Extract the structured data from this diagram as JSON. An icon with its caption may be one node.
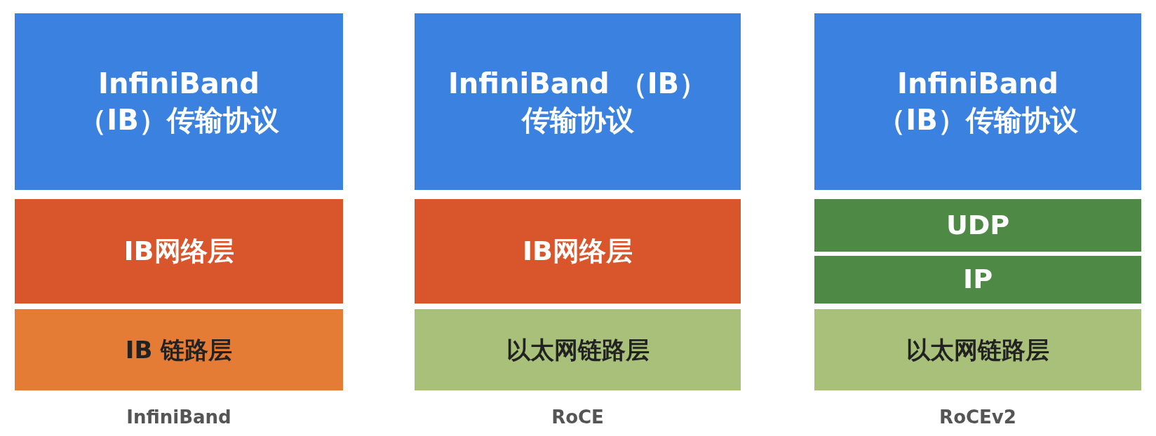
{
  "diagram": {
    "nodes": [
      {
        "text": [
          "InfiniBand（IB）传输协议"
        ]
      },
      {
        "text": [
          "IB网络层"
        ]
      },
      {
        "text": [
          "IB 链路层"
        ]
      },
      {
        "text": [
          "InfiniBand （IB）传输协议"
        ]
      },
      {
        "text": [
          "IB网络层"
        ]
      },
      {
        "text": [
          "以太网链路层"
        ]
      },
      {
        "text": [
          "InfiniBand（IB）传输协议"
        ]
      },
      {
        "text": [
          "UDP"
        ]
      },
      {
        "text": [
          "IP"
        ]
      },
      {
        "text": [
          "以太网链路层"
        ]
      }
    ],
    "labels": [
      "InfiniBand",
      "RoCE",
      "RoCEv2"
    ]
  }
}
